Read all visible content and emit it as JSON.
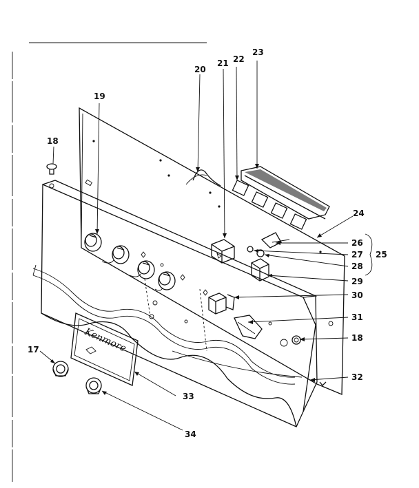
{
  "diagram": {
    "brand_text": "Kenmore",
    "parts": [
      {
        "id": "p17",
        "label": "17"
      },
      {
        "id": "p18a",
        "label": "18"
      },
      {
        "id": "p18b",
        "label": "18"
      },
      {
        "id": "p19",
        "label": "19"
      },
      {
        "id": "p20",
        "label": "20"
      },
      {
        "id": "p21",
        "label": "21"
      },
      {
        "id": "p22",
        "label": "22"
      },
      {
        "id": "p23",
        "label": "23"
      },
      {
        "id": "p24",
        "label": "24"
      },
      {
        "id": "p25",
        "label": "25"
      },
      {
        "id": "p26",
        "label": "26"
      },
      {
        "id": "p27",
        "label": "27"
      },
      {
        "id": "p28",
        "label": "28"
      },
      {
        "id": "p29",
        "label": "29"
      },
      {
        "id": "p30",
        "label": "30"
      },
      {
        "id": "p31",
        "label": "31"
      },
      {
        "id": "p32",
        "label": "32"
      },
      {
        "id": "p33",
        "label": "33"
      },
      {
        "id": "p34",
        "label": "34"
      }
    ]
  }
}
